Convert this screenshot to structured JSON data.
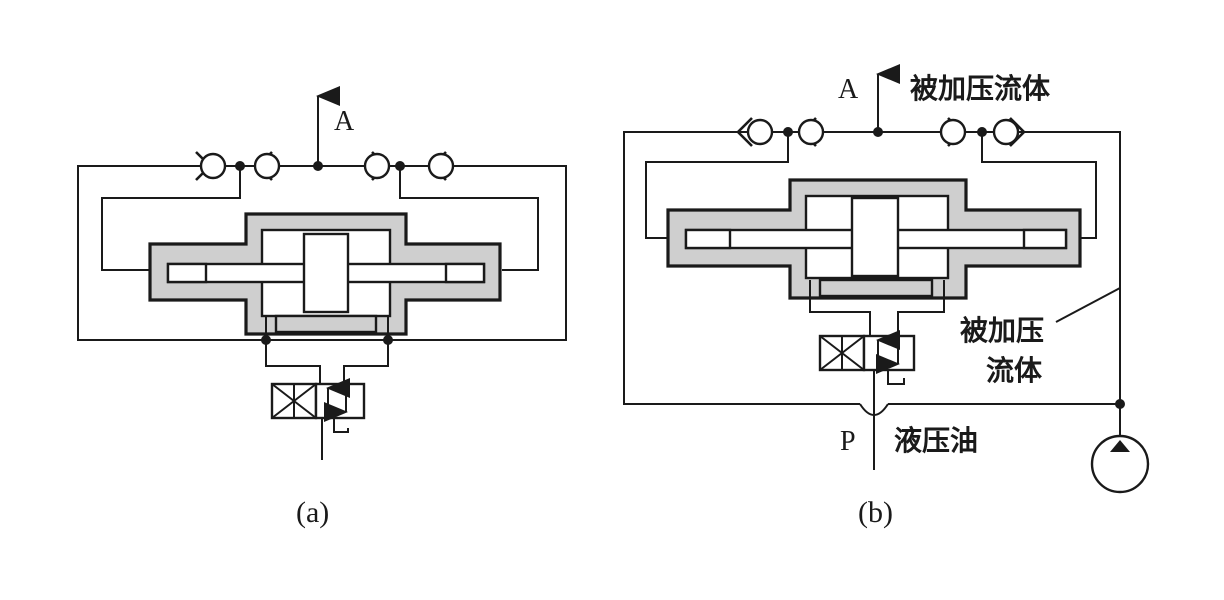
{
  "figures": [
    {
      "caption": "(a)",
      "labels": {
        "outlet": "A"
      }
    },
    {
      "caption": "(b)",
      "labels": {
        "outlet": "A",
        "pressurized_fluid_top": "被加压流体",
        "pressurized_fluid_side_line1": "被加压",
        "pressurized_fluid_side_line2": "流体",
        "supply_port": "P",
        "hydraulic_oil": "液压油"
      }
    }
  ]
}
